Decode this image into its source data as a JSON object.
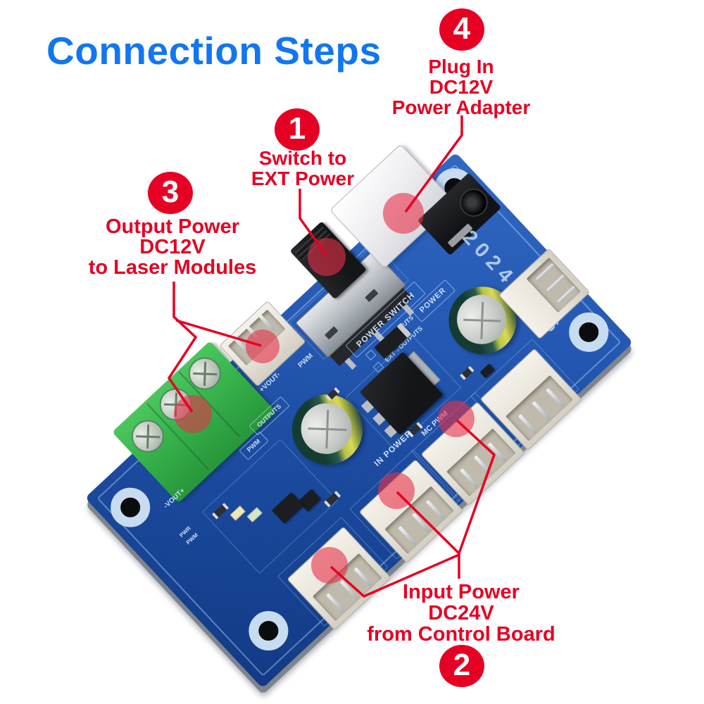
{
  "title": "Connection Steps",
  "colors": {
    "title_blue": "#1276f0",
    "annotation_red": "#e60023",
    "pcb_blue": "#1f51a8",
    "terminal_green": "#2fa844"
  },
  "steps": [
    {
      "num": "1",
      "lines": [
        "Switch to",
        "EXT Power"
      ]
    },
    {
      "num": "2",
      "lines": [
        "Input Power",
        "DC24V",
        "from Control Board"
      ]
    },
    {
      "num": "3",
      "lines": [
        "Output Power",
        "DC12V",
        "to Laser Modules"
      ]
    },
    {
      "num": "4",
      "lines": [
        "Plug In",
        "DC12V",
        "Power Adapter"
      ]
    }
  ],
  "board": {
    "date_code": "20240406",
    "silkscreen": {
      "power_switch": "POWER SWITCH",
      "int_outputs": "INT→OUTPUTS",
      "ext_outputs": "EXT→OUTPUTS",
      "outputs": "OUTPUTS",
      "power": "POWER",
      "in_power": "IN POWER",
      "mc_pwm": "MC PWM",
      "vout_pm": "+VOUT-",
      "vout_mp": "-VOUT+",
      "pwm": "PWM",
      "pwr": "PWR"
    }
  }
}
